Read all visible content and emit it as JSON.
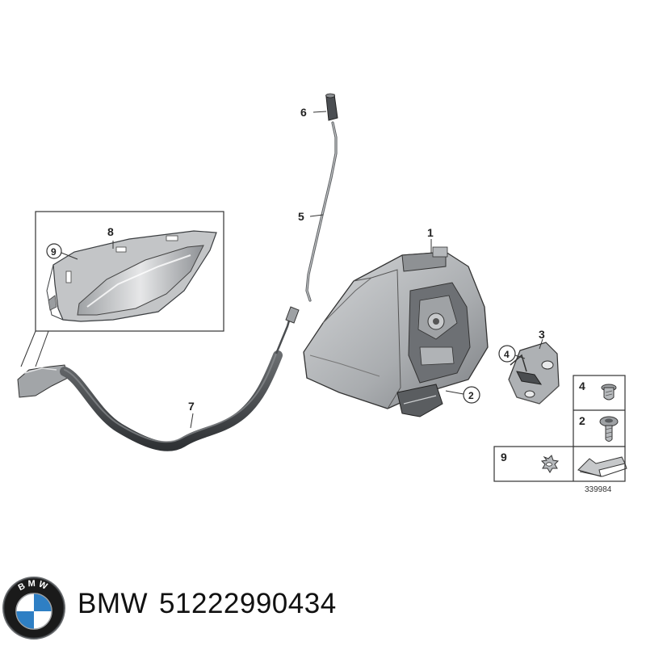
{
  "callouts": {
    "c1": "1",
    "c2": "2",
    "c3": "3",
    "c4": "4",
    "c5": "5",
    "c6": "6",
    "c7": "7",
    "c8": "8",
    "c9": "9"
  },
  "legend": {
    "row1_num": "4",
    "row2_num": "2",
    "row3_num": "9"
  },
  "reference_number": "339984",
  "caption": {
    "brand": "BMW",
    "part_number": "51222990434"
  },
  "logo": {
    "letters": "BMW",
    "colors": {
      "blue": "#2e7fc4",
      "white": "#ffffff",
      "ring": "#1a1a1a"
    }
  },
  "colors": {
    "line": "#333333",
    "part_fill": "#b9bcbf",
    "part_dark": "#5e6166",
    "cable": "#3a3d40"
  }
}
